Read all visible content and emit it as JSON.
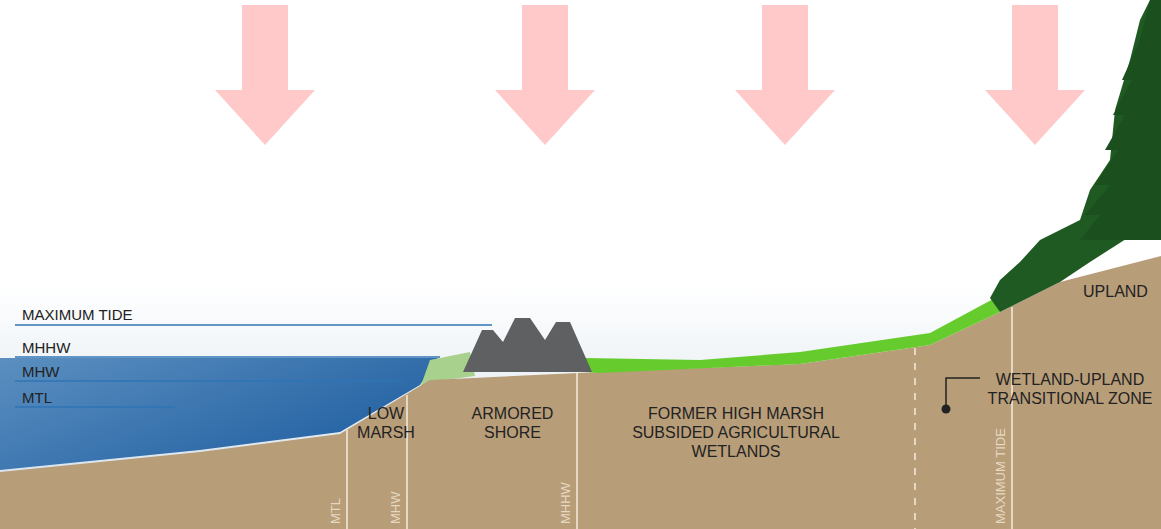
{
  "diagram": {
    "labels": [
      "MAXIMUM TIDE",
      "MHHW",
      "MHW",
      "MTL",
      "LOW MARSH",
      "ARMORED SHORE",
      "FORMER HIGH MARSH SUBSIDED AGRICULTURAL WETLANDS",
      "UPLAND",
      "WETLAND-UPLAND TRANSITIONAL ZONE",
      "MTL",
      "MHW",
      "MHHW",
      "MAXIMUM TIDE"
    ]
  }
}
